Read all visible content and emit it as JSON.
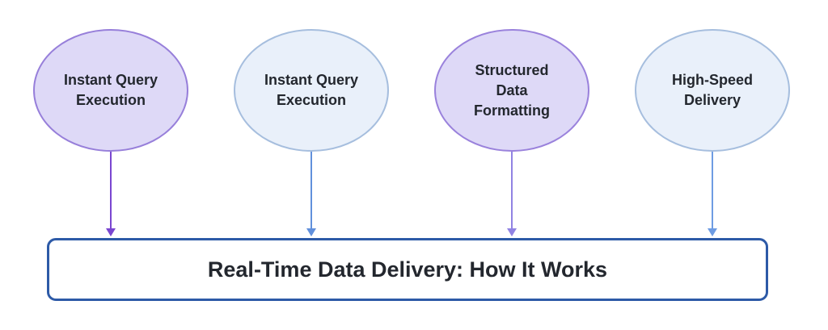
{
  "diagram": {
    "title": "Real-Time Data Delivery: How It Works",
    "nodes": [
      {
        "label": "Instant Query\nExecution",
        "fill": "#ded9f7",
        "border": "#977fda",
        "arrow_color": "#7a46d0"
      },
      {
        "label": "Instant Query\nExecution",
        "fill": "#e9f0fa",
        "border": "#a6bede",
        "arrow_color": "#6190dc"
      },
      {
        "label": "Structured\nData\nFormatting",
        "fill": "#ded9f7",
        "border": "#9a82dc",
        "arrow_color": "#9183e3"
      },
      {
        "label": "High-Speed\nDelivery",
        "fill": "#e9f0fa",
        "border": "#a6bede",
        "arrow_color": "#6e9ce3"
      }
    ],
    "colors": {
      "box_border": "#2d5aa7",
      "box_fill": "#ffffff",
      "text": "#23272e",
      "background": "#ffffff"
    }
  }
}
